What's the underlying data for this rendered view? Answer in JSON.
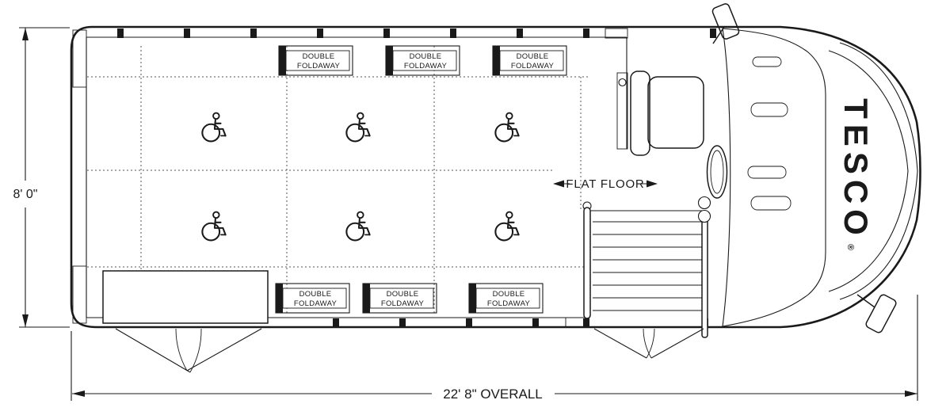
{
  "drawing": {
    "dimensions": {
      "height": "8' 0\"",
      "overall_length": "22' 8\" OVERALL"
    },
    "labels": {
      "flat_floor": "FLAT FLOOR"
    },
    "brand": {
      "name": "TESCO",
      "registered": "®"
    },
    "foldaway_seat": {
      "line1": "DOUBLE",
      "line2": "FOLDAWAY"
    },
    "icons": {
      "wheelchair": "wheelchair-icon"
    },
    "colors": {
      "line": "#1a1a1a",
      "background": "#ffffff"
    }
  }
}
